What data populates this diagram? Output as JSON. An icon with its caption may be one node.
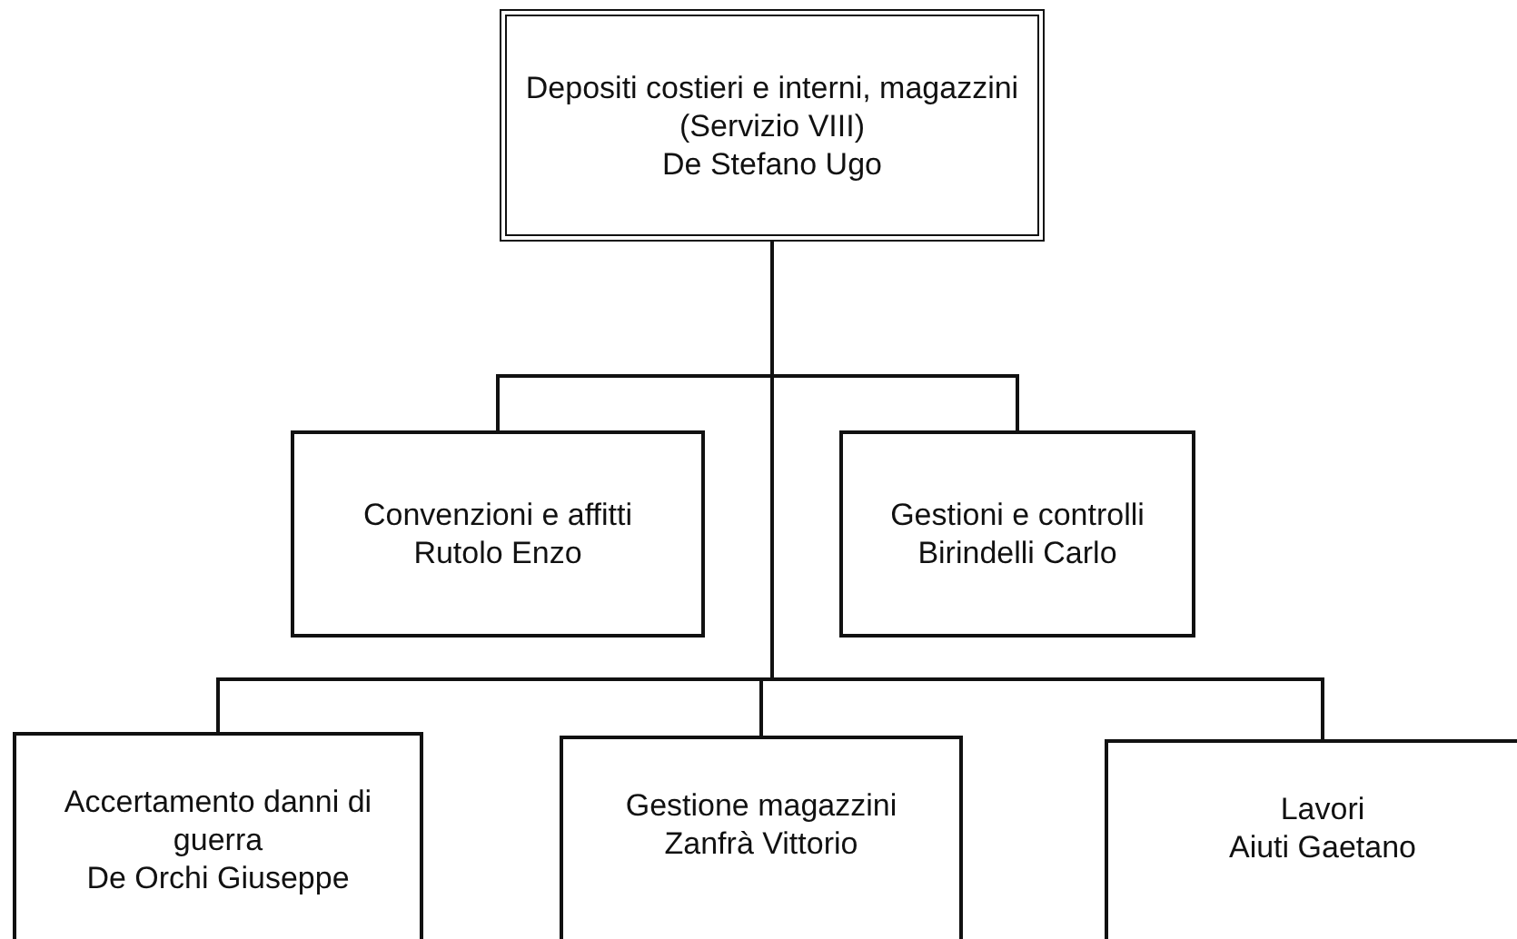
{
  "diagram": {
    "nodes": [
      {
        "text": [
          "Depositi costieri e interni, magazzini (Servizio VIII)",
          "De Stefano Ugo"
        ]
      },
      {
        "text": [
          "Convenzioni e affitti",
          "Rutolo Enzo"
        ]
      },
      {
        "text": [
          "Gestioni e controlli",
          "Birindelli Carlo"
        ]
      },
      {
        "text": [
          "Accertamento danni di guerra",
          "De Orchi Giuseppe"
        ]
      },
      {
        "text": [
          "Gestione magazzini",
          "Zanfrà Vittorio"
        ]
      },
      {
        "text": [
          "Lavori",
          "Aiuti Gaetano"
        ]
      }
    ],
    "edges": [
      {
        "from": 0,
        "to": 1,
        "arrow": "none"
      },
      {
        "from": 0,
        "to": 2,
        "arrow": "none"
      },
      {
        "from": 0,
        "to": 3,
        "arrow": "none"
      },
      {
        "from": 0,
        "to": 4,
        "arrow": "none"
      },
      {
        "from": 0,
        "to": 5,
        "arrow": "none"
      }
    ]
  }
}
